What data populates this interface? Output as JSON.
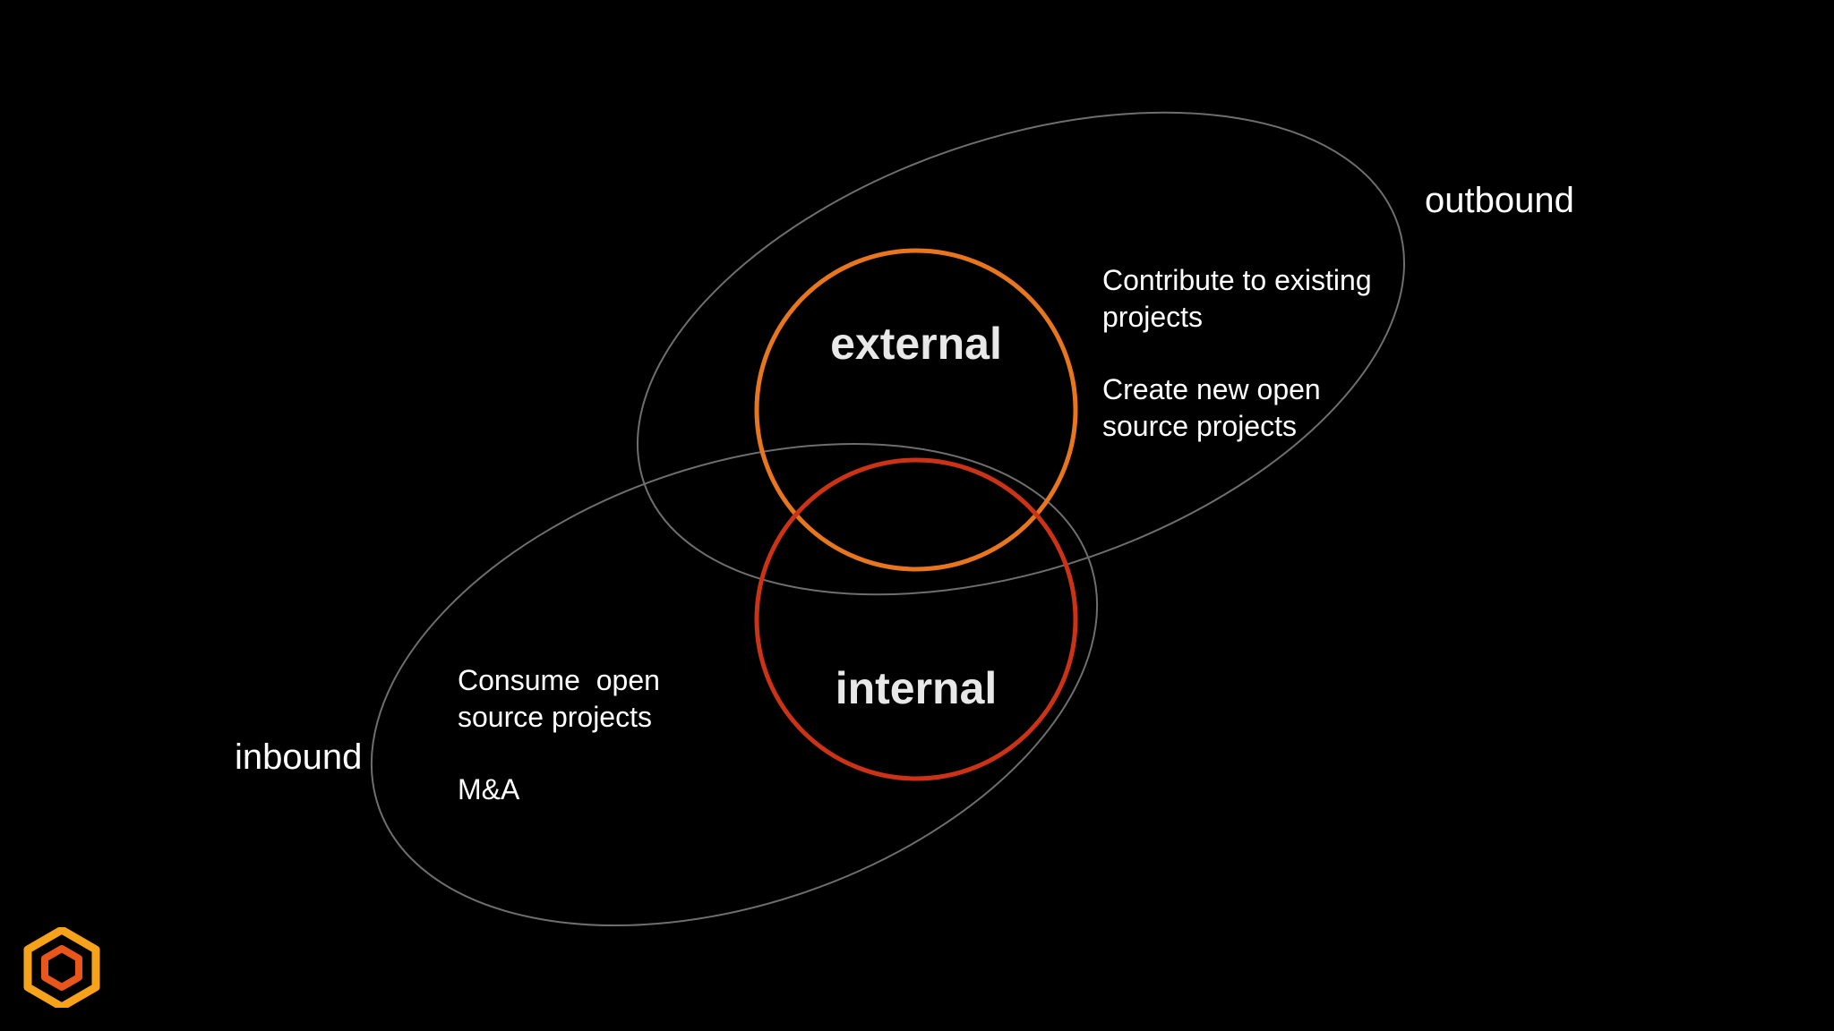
{
  "diagram": {
    "circles": {
      "external": {
        "label": "external",
        "color": "#e8761f"
      },
      "internal": {
        "label": "internal",
        "color": "#cc3216"
      }
    },
    "ellipse_color": "#6e6e6e",
    "outbound": {
      "label": "outbound",
      "items": [
        "Contribute to existing projects",
        "Create new open source projects"
      ]
    },
    "inbound": {
      "label": "inbound",
      "items": [
        "Consume  open source projects",
        "M&A"
      ]
    }
  },
  "logo": {
    "icon": "hexagon-logo-icon",
    "colors": [
      "#f7a21b",
      "#e8561c"
    ]
  }
}
